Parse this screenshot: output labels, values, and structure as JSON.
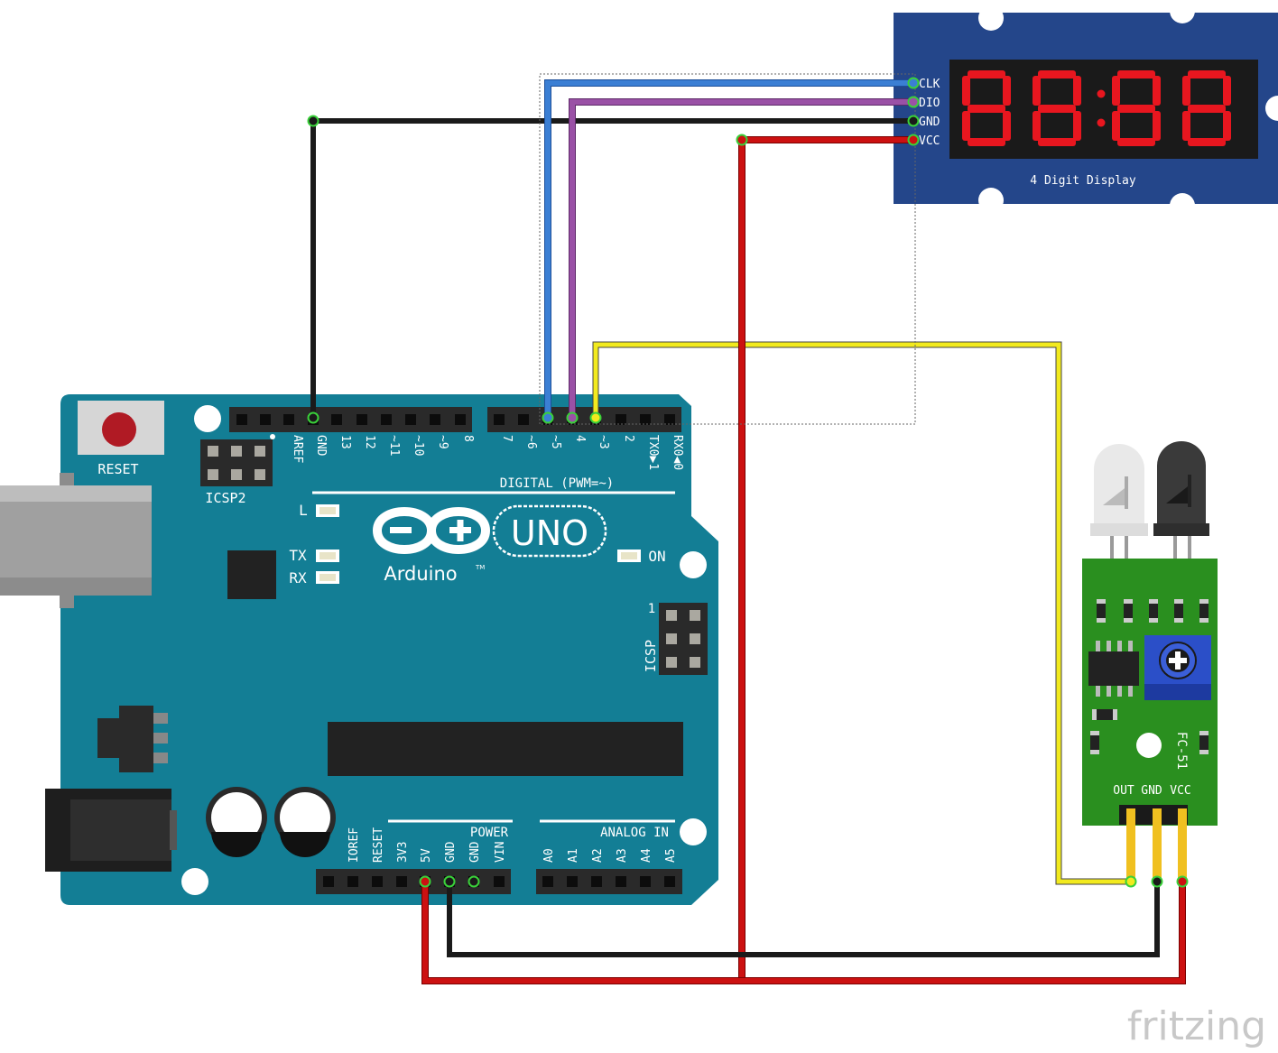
{
  "arduino": {
    "reset_label": "RESET",
    "icsp2_label": "ICSP2",
    "icsp_label": "ICSP",
    "icsp_pin1": "1",
    "digital_label": "DIGITAL (PWM=~)",
    "digital_pins": [
      "AREF",
      "GND",
      "13",
      "12",
      "~11",
      "~10",
      "~9",
      "8",
      "7",
      "~6",
      "~5",
      "4",
      "~3",
      "2",
      "TX0▶1",
      "RX0◀0"
    ],
    "logo_text": "Arduino",
    "logo_tm": "TM",
    "uno_text": "UNO",
    "led_l": "L",
    "led_tx": "TX",
    "led_rx": "RX",
    "led_on": "ON",
    "power_label": "POWER",
    "analog_label": "ANALOG IN",
    "power_pins": [
      "IOREF",
      "RESET",
      "3V3",
      "5V",
      "GND",
      "GND",
      "VIN"
    ],
    "analog_pins": [
      "A0",
      "A1",
      "A2",
      "A3",
      "A4",
      "A5"
    ],
    "board_color": "#137e95"
  },
  "display": {
    "pins": [
      "CLK",
      "DIO",
      "GND",
      "VCC"
    ],
    "caption": "4 Digit Display",
    "board_color": "#24468a",
    "segment_color": "#e8161f"
  },
  "sensor": {
    "model": "FC-51",
    "pins": [
      "OUT",
      "GND",
      "VCC"
    ],
    "board_color": "#2a8f1f"
  },
  "wires": {
    "colors": {
      "black": "#1a1a1a",
      "red": "#cc1111",
      "yellow": "#f2ea1e",
      "blue": "#3b7fd4",
      "purple": "#9a51a6"
    }
  },
  "watermark": "fritzing"
}
